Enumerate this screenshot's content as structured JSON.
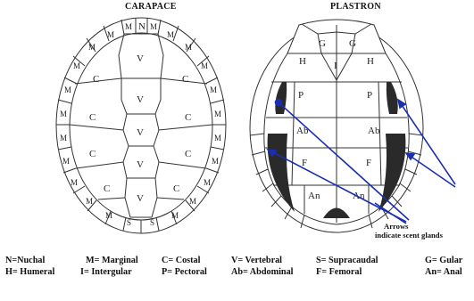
{
  "titles": {
    "carapace": "CARAPACE",
    "plastron": "PLASTRON"
  },
  "carapace": {
    "nuchal": "N",
    "vertebral": [
      "V",
      "V",
      "V",
      "V",
      "V"
    ],
    "costal": [
      "C",
      "C",
      "C",
      "C",
      "C",
      "C",
      "C",
      "C"
    ],
    "marginal": [
      "M",
      "M",
      "M",
      "M",
      "M",
      "M",
      "M",
      "M",
      "M",
      "M",
      "M",
      "M",
      "M",
      "M",
      "M",
      "M",
      "M",
      "M",
      "M",
      "M",
      "M",
      "M"
    ],
    "supracaudal": [
      "S",
      "S"
    ]
  },
  "plastron": {
    "gular": [
      "G",
      "G"
    ],
    "intergular": "I",
    "humeral": [
      "H",
      "H"
    ],
    "pectoral": [
      "P",
      "P"
    ],
    "abdominal": [
      "Ab",
      "Ab"
    ],
    "femoral": [
      "F",
      "F"
    ],
    "anal": [
      "An",
      "An"
    ]
  },
  "annotation": {
    "line1": "Arrows",
    "line2": "indicate scent glands"
  },
  "legend": {
    "row1": [
      "N=Nuchal",
      "M= Marginal",
      "C= Costal",
      "V= Vertebral",
      "S= Supracaudal",
      "G= Gular"
    ],
    "row2": [
      "H= Humeral",
      "I= Intergular",
      "P= Pectoral",
      "Ab= Abdominal",
      "F= Femoral",
      "An= Anal"
    ]
  },
  "colors": {
    "ink": "#222222",
    "arrow": "#1a2fb0",
    "gland": "#2a2a2a"
  }
}
